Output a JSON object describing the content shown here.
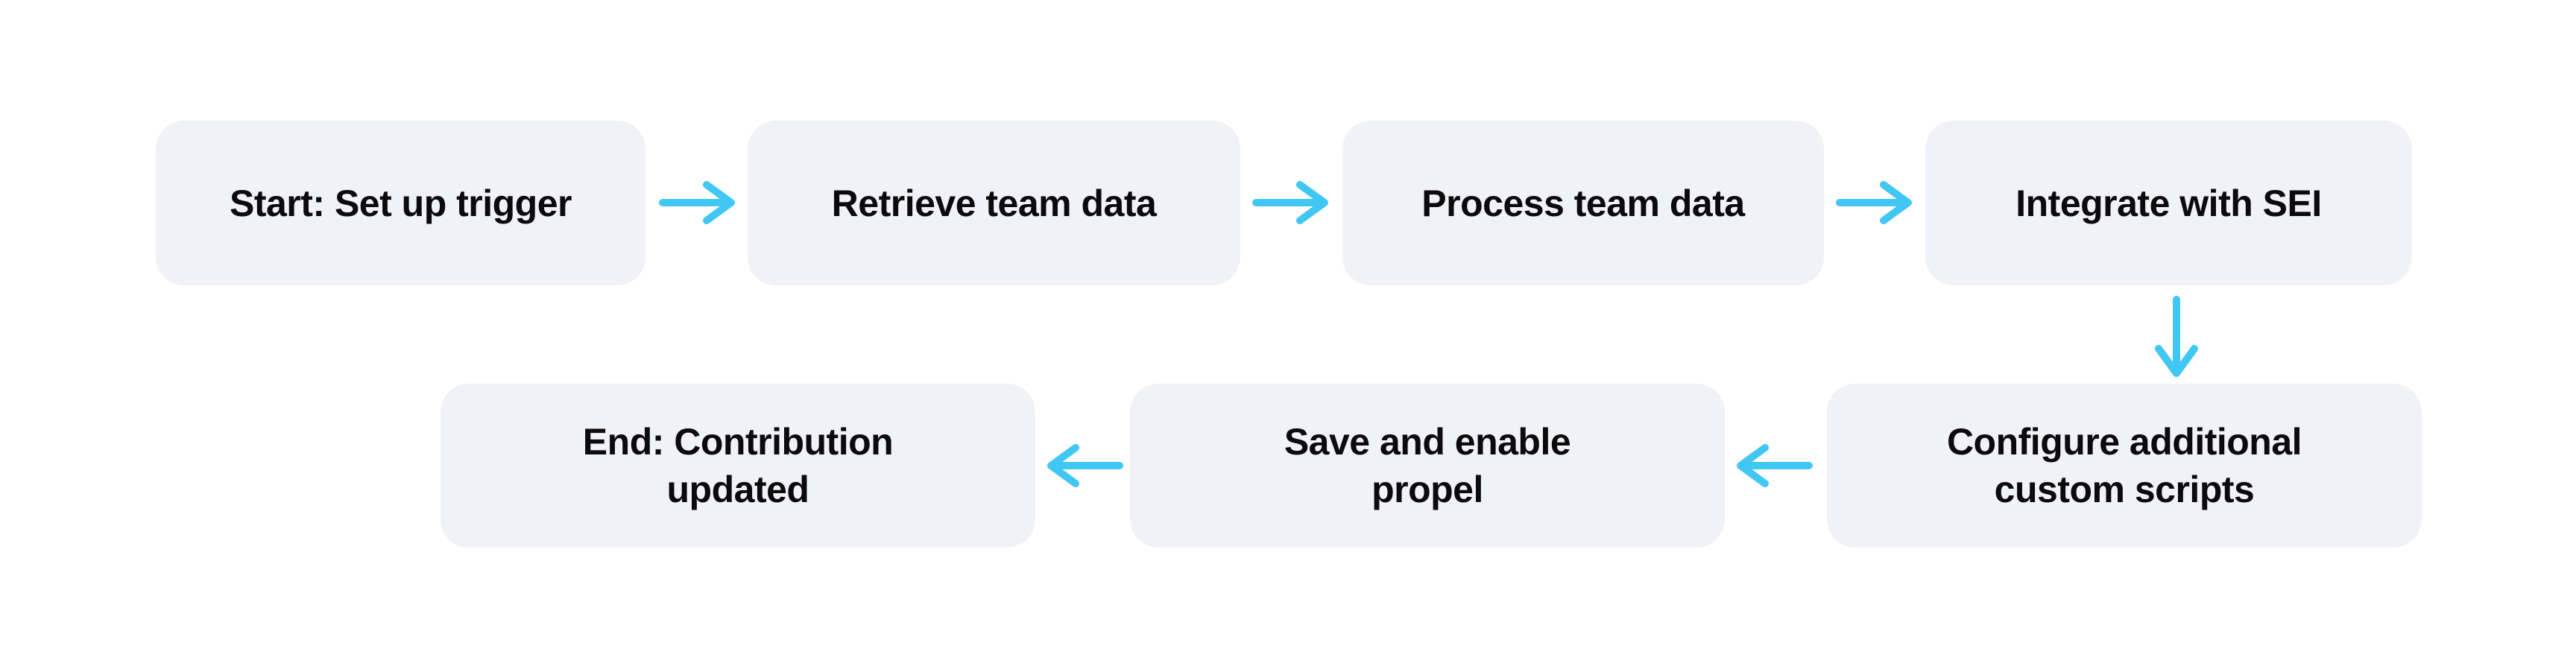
{
  "flowchart": {
    "type": "flowchart",
    "nodes": [
      {
        "id": "start",
        "label": "Start: Set up trigger"
      },
      {
        "id": "retrieve-team-data",
        "label": "Retrieve team data"
      },
      {
        "id": "process-team-data",
        "label": "Process team data"
      },
      {
        "id": "integrate-with-sei",
        "label": "Integrate with SEI"
      },
      {
        "id": "configure-scripts",
        "label": "Configure additional\ncustom scripts"
      },
      {
        "id": "save-enable-propel",
        "label": "Save and enable\npropel"
      },
      {
        "id": "end",
        "label": "End: Contribution\nupdated"
      }
    ],
    "connections": [
      {
        "from": "start",
        "to": "retrieve-team-data",
        "direction": "right"
      },
      {
        "from": "retrieve-team-data",
        "to": "process-team-data",
        "direction": "right"
      },
      {
        "from": "process-team-data",
        "to": "integrate-with-sei",
        "direction": "right"
      },
      {
        "from": "integrate-with-sei",
        "to": "configure-scripts",
        "direction": "down"
      },
      {
        "from": "configure-scripts",
        "to": "save-enable-propel",
        "direction": "left"
      },
      {
        "from": "save-enable-propel",
        "to": "end",
        "direction": "left"
      }
    ]
  },
  "colors": {
    "node-bg": "#F1F2F7",
    "arrow": "#41C7F4",
    "text": "#0B0B0E",
    "page-bg": "#FFFFFF"
  }
}
